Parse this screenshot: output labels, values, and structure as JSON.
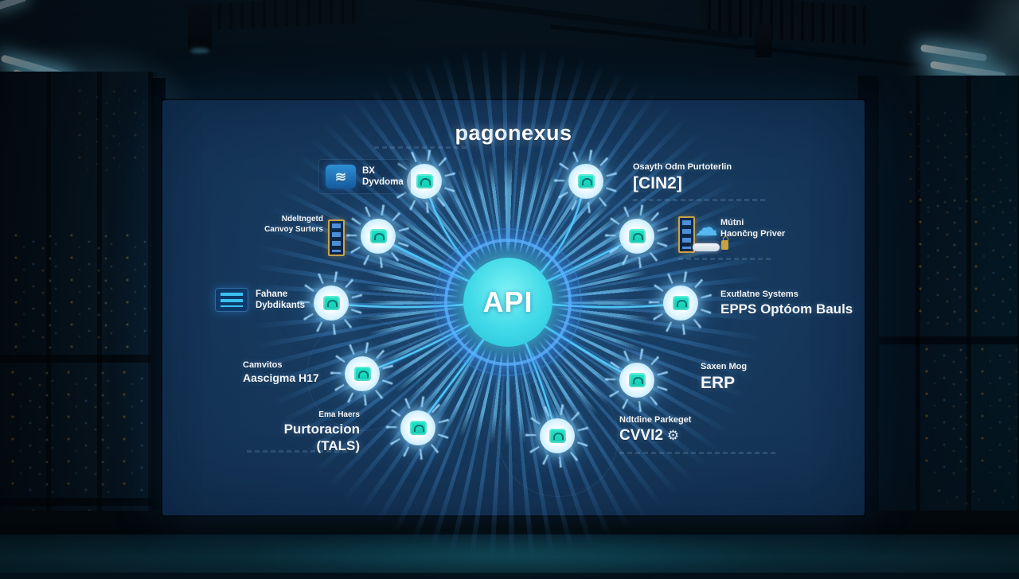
{
  "screen": {
    "title": "pagonexus",
    "hub": {
      "label": "API"
    },
    "integrations": [
      {
        "id": "bx-dyvdoma",
        "line1": "BX",
        "line2": "Dyvdoma",
        "icon": "ai-module-icon"
      },
      {
        "id": "canvoy-surters",
        "line1": "Ndeltngetd",
        "line2": "Canvoy Surters",
        "icon": "server-rack-icon"
      },
      {
        "id": "fahane",
        "line1": "Fahane",
        "line2": "Dybdikants",
        "icon": "list-panel-icon"
      },
      {
        "id": "camvitos",
        "line1": "Camvitos",
        "line2": "Aascigma H17"
      },
      {
        "id": "purtoracion",
        "line1": "Ema Haers",
        "line2": "Purtoracion (TALS)"
      },
      {
        "id": "cin2",
        "line1": "Osayth Odm Purtoterlin",
        "line2": "[CIN2]"
      },
      {
        "id": "mutni-priver",
        "line1": "Mútni",
        "line2": "Haončng Priver",
        "icon": "cloud-icon"
      },
      {
        "id": "epps-optoom",
        "line1": "Exutlatne Systems",
        "line2": "EPPS Optóom Bauls"
      },
      {
        "id": "erp",
        "line1": "Saxen Mog",
        "line2": "ERP"
      },
      {
        "id": "cvvi2",
        "line1": "Ndtdine Parkeget",
        "line2": "CVVI2",
        "icon": "gear-icon"
      }
    ],
    "icons": {
      "waves_glyph": "≋",
      "cloud_glyph": "☁",
      "gear_glyph": "⚙"
    },
    "colors": {
      "screen_bg": "#16385d",
      "hub_fill": "#3fd9e8",
      "ring_glow": "#4a90ff",
      "link_line": "#52ccf8",
      "node_icon_teal": "#18dcc2",
      "gold_accent": "#c8a24e",
      "text": "#ffffff"
    }
  }
}
